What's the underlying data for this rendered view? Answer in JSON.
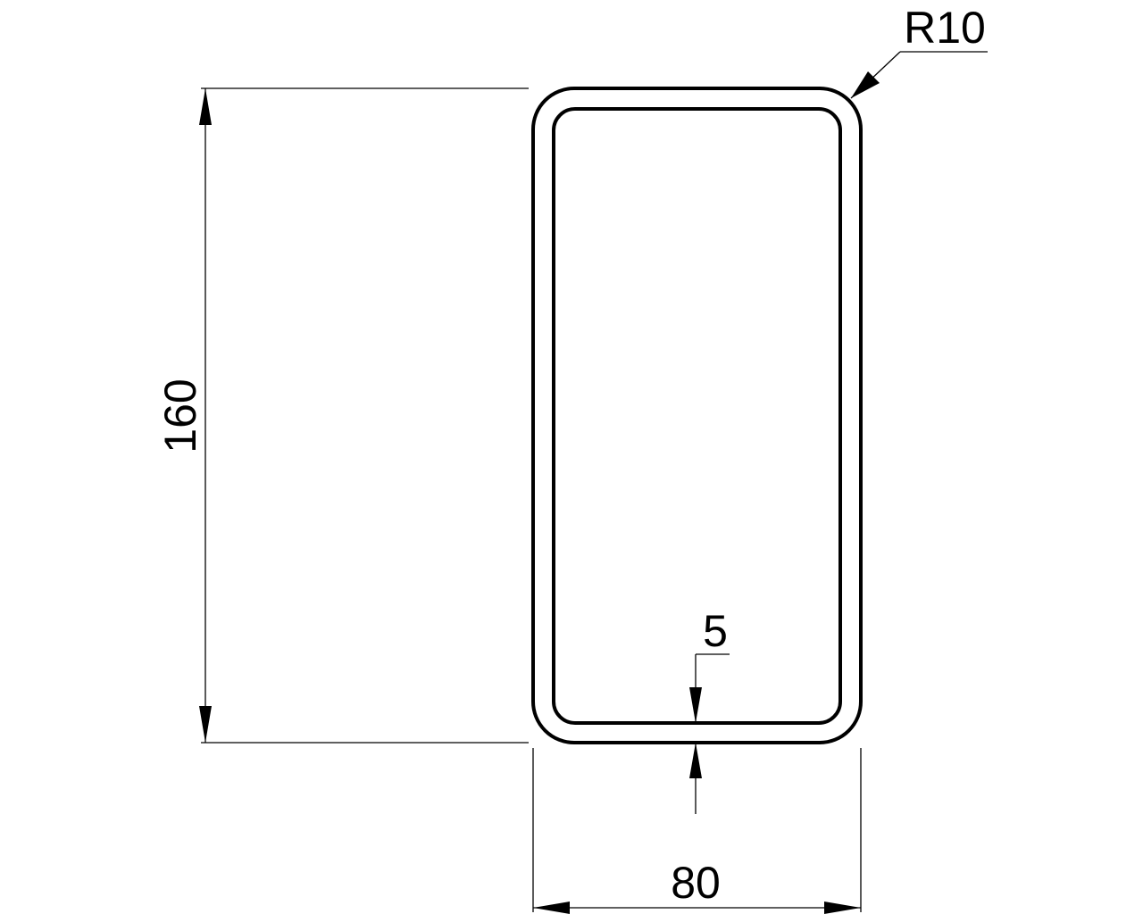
{
  "dimensions": {
    "height_label": "160",
    "width_label": "80",
    "wall_thickness_label": "5",
    "corner_radius_label": "R10"
  },
  "colors": {
    "line": "#000000",
    "background": "#ffffff"
  }
}
